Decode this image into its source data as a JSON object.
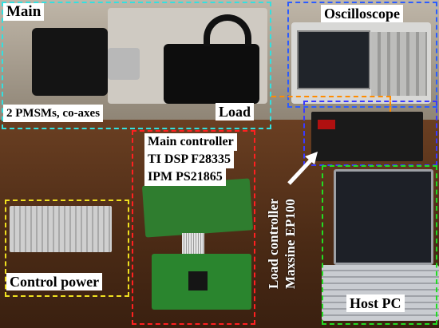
{
  "labels": {
    "main": "Main",
    "pmsms": "2 PMSMs, co-axes",
    "load": "Load",
    "oscilloscope": "Oscilloscope",
    "main_controller_line1": "Main controller",
    "main_controller_line2": "TI DSP F28335",
    "main_controller_line3": "IPM PS21865",
    "load_controller_line1": "Load controller",
    "load_controller_line2": "Maxsine EP100",
    "control_power": "Control power",
    "host_pc": "Host PC"
  },
  "colors": {
    "main_box": "#33e0e0",
    "osc_box": "#3a3aff",
    "load_box": "#ff8c00",
    "main_controller_box": "#ff2020",
    "power_box": "#f0e020",
    "host_box": "#22dd22",
    "motor_body": "#101010",
    "board_green": "#2e8b2e"
  }
}
